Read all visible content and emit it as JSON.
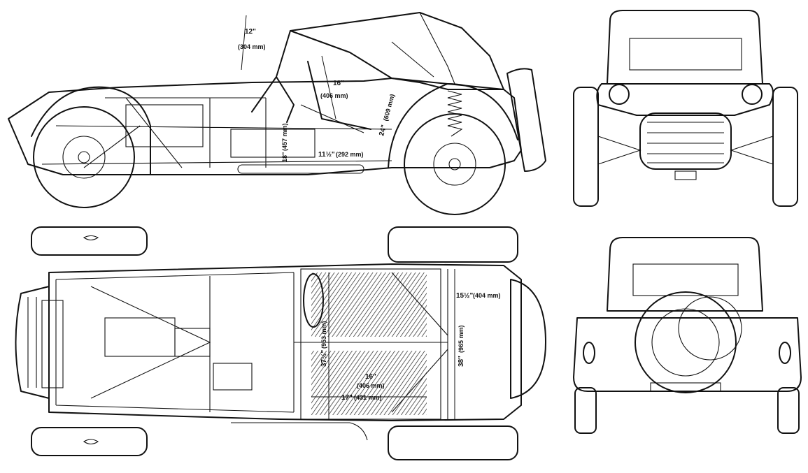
{
  "drawing": {
    "views": [
      "side-elevation",
      "plan",
      "front-elevation",
      "rear-elevation"
    ]
  },
  "dimensions": {
    "screen_height": {
      "imperial": "12\"",
      "metric": "(304 mm)"
    },
    "seat_back": {
      "imperial": "16\"",
      "metric": "(406 mm)"
    },
    "rear_arch": {
      "imperial": "24\"",
      "metric": "(609 mm)"
    },
    "floor_height": {
      "imperial": "18\"",
      "metric": "(457 mm)"
    },
    "floor_clearance": {
      "imperial": "11½\"",
      "metric": "(292 mm)"
    },
    "cockpit_width": {
      "imperial": "37½\"",
      "metric": "(953 mm)"
    },
    "seat_depth": {
      "imperial": "16\"",
      "metric": "(406 mm)"
    },
    "pedal_length": {
      "imperial": "17\"",
      "metric": "(431 mm)"
    },
    "rear_track_offset": {
      "imperial": "15½\"",
      "metric": "(404 mm)"
    },
    "rear_width": {
      "imperial": "38\"",
      "metric": "(965 mm)"
    }
  }
}
